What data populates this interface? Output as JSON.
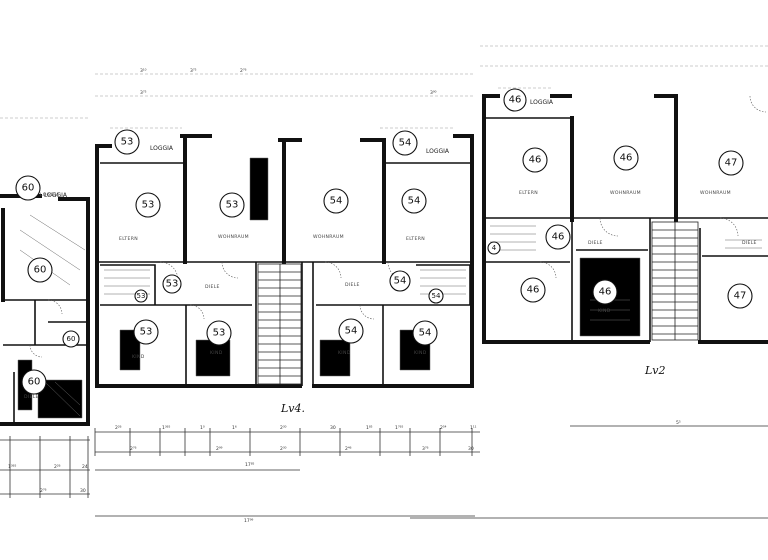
{
  "plan": {
    "block_labels": {
      "left": "Lv4.",
      "right": "Lv2"
    },
    "loggia_labels": [
      "LOGGIA",
      "LOGGIA",
      "LOGGIA",
      "LOGGIA"
    ],
    "area_circles": [
      "60",
      "60",
      "60",
      "60",
      "53",
      "53",
      "53",
      "53",
      "53",
      "53",
      "53",
      "54",
      "54",
      "54",
      "54",
      "54",
      "54",
      "54",
      "46",
      "46",
      "46",
      "46",
      "46",
      "46",
      "47",
      "47",
      "4"
    ],
    "room_labels": {
      "eltern": "ELTERN",
      "wohnraum": "WOHNRAUM",
      "kind": "KIND",
      "diele": "DIELE"
    },
    "dimensions": {
      "top_left": [
        "3¹⁰",
        "3⁷⁵",
        "2⁷⁶"
      ],
      "top_mid": [
        "3⁷⁵",
        "3⁹⁰"
      ],
      "row1": [
        "2²⁶",
        "1³⁶⁵",
        "1⁰",
        "1⁶",
        "2³⁰",
        "30",
        "1⁸⁵",
        "1⁷⁶⁵",
        "2⁵⁴",
        "1¹¹"
      ],
      "row2": [
        "2⁷⁶",
        "2⁹⁹",
        "2³⁰",
        "2⁴⁶",
        "3⁷⁶",
        "30"
      ],
      "row3": [
        "1³⁶⁵",
        "2²⁶",
        "24"
      ],
      "row4": [
        "2⁷⁶",
        "30"
      ],
      "totals": [
        "17⁸⁵",
        "17⁹⁹",
        "5⁵"
      ]
    }
  }
}
